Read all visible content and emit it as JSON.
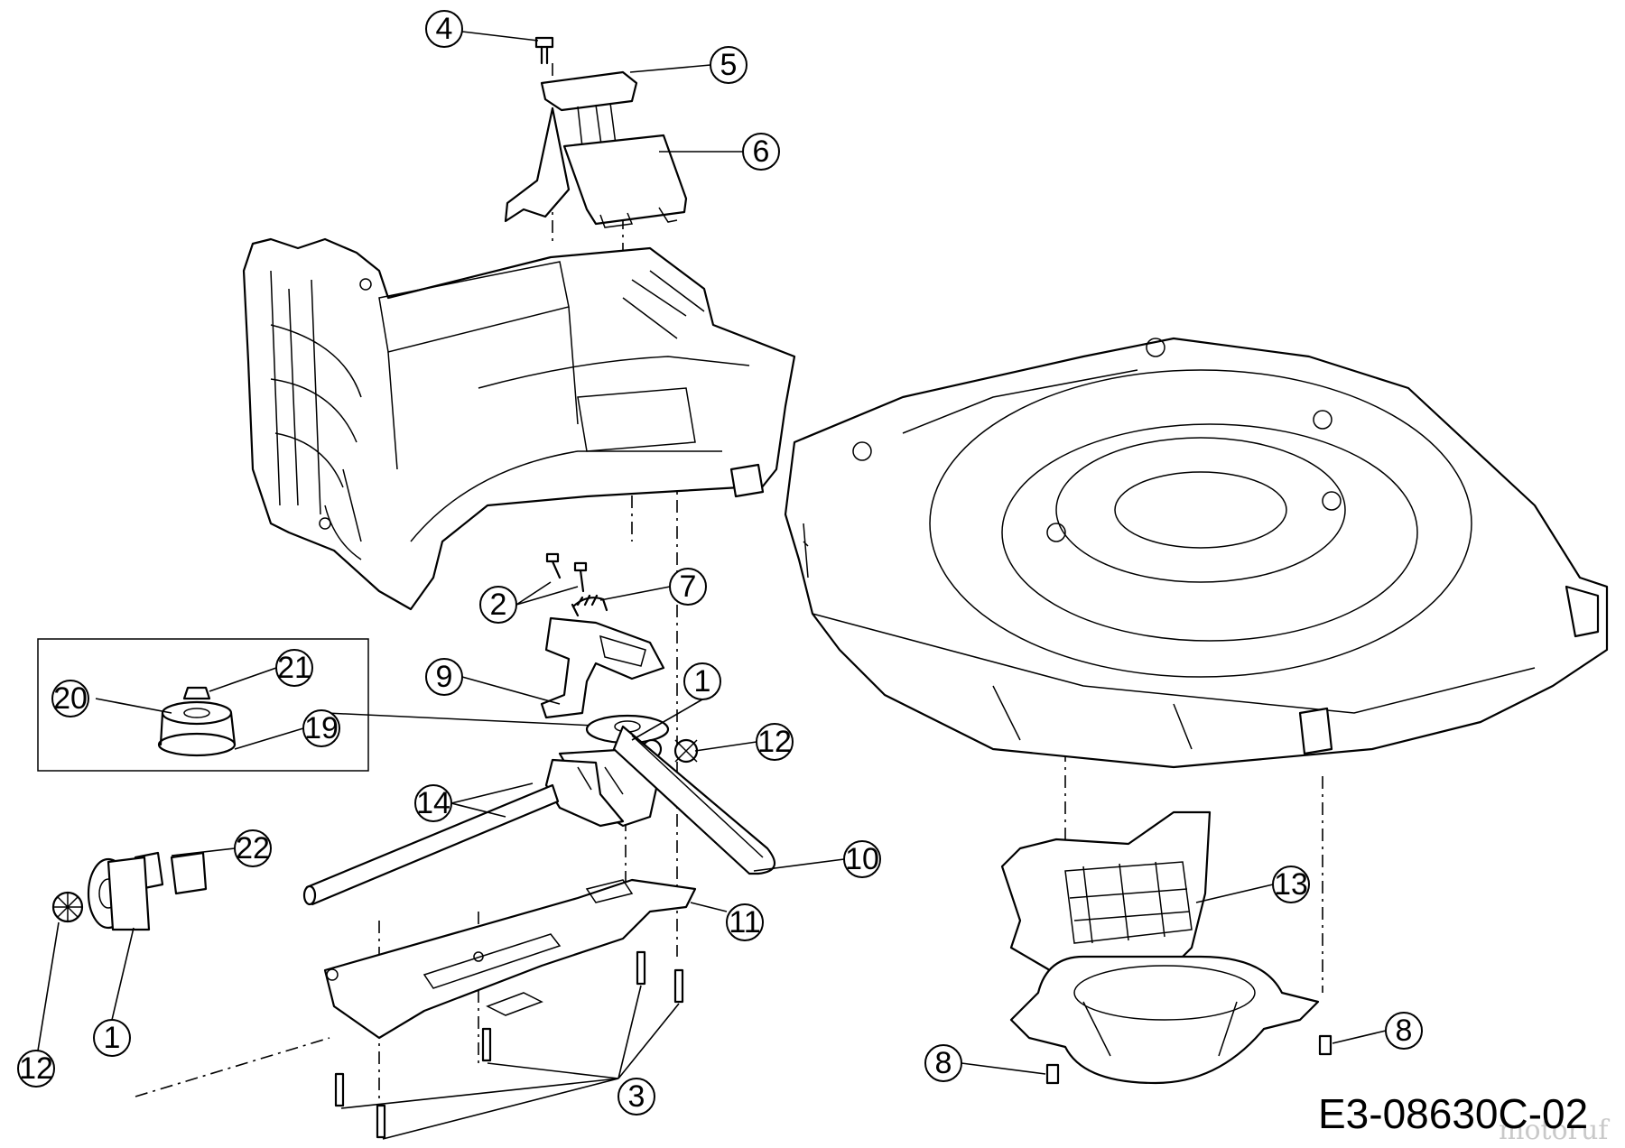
{
  "diagram_code": "E3-08630C-02",
  "watermark": "motoruf",
  "callouts": {
    "c1a": "1",
    "c1b": "1",
    "c2": "2",
    "c3": "3",
    "c4": "4",
    "c5": "5",
    "c6": "6",
    "c7": "7",
    "c8a": "8",
    "c8b": "8",
    "c9": "9",
    "c10": "10",
    "c11": "11",
    "c12a": "12",
    "c12b": "12",
    "c13": "13",
    "c14": "14",
    "c19": "19",
    "c20": "20",
    "c21": "21",
    "c22": "22"
  }
}
